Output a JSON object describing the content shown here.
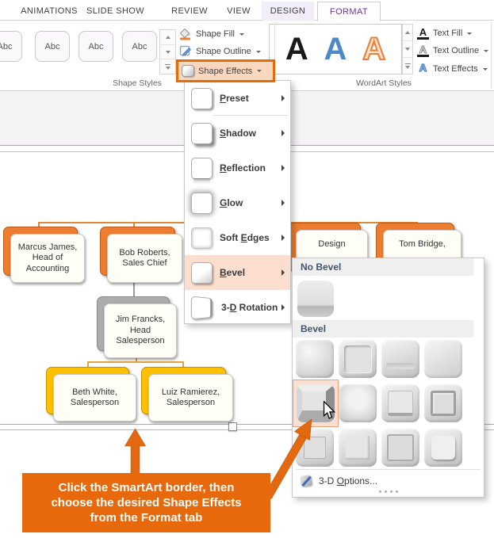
{
  "tabs": {
    "items": [
      "ANIMATIONS",
      "SLIDE SHOW",
      "REVIEW",
      "VIEW",
      "DESIGN",
      "FORMAT"
    ],
    "active": "FORMAT"
  },
  "ribbon": {
    "shape_styles_group": {
      "label": "Shape Styles",
      "gallery": [
        "Abc",
        "Abc",
        "Abc",
        "Abc"
      ],
      "shape_fill": "Shape Fill",
      "shape_outline": "Shape Outline",
      "shape_effects": "Shape Effects"
    },
    "wordart_group": {
      "label": "WordArt Styles",
      "gallery": [
        "A",
        "A",
        "A"
      ],
      "text_fill": "Text Fill",
      "text_outline": "Text Outline",
      "text_effects": "Text Effects"
    }
  },
  "effects_menu": {
    "highlighted": "Bevel",
    "items": [
      {
        "pre": "",
        "key": "P",
        "post": "reset"
      },
      {
        "pre": "",
        "key": "S",
        "post": "hadow"
      },
      {
        "pre": "",
        "key": "R",
        "post": "eflection"
      },
      {
        "pre": "",
        "key": "G",
        "post": "low"
      },
      {
        "pre": "Soft ",
        "key": "E",
        "post": "dges"
      },
      {
        "pre": "",
        "key": "B",
        "post": "evel"
      },
      {
        "pre": "3-",
        "key": "D",
        "post": " Rotation"
      }
    ]
  },
  "bevel_submenu": {
    "no_bevel_header": "No Bevel",
    "bevel_header": "Bevel",
    "grid": {
      "rows": 3,
      "cols": 4,
      "selected_row": 2,
      "selected_col": 1
    },
    "options": {
      "pre": "3-D ",
      "key": "O",
      "post": "ptions..."
    }
  },
  "org_chart": {
    "nodes": [
      {
        "id": "marcus",
        "color": "orange",
        "lines": [
          "Marcus James,",
          "Head of",
          "Accounting"
        ]
      },
      {
        "id": "bob",
        "color": "orange",
        "lines": [
          "Bob Roberts,",
          "Sales Chief"
        ]
      },
      {
        "id": "design",
        "color": "orange",
        "lines": [
          "Design"
        ]
      },
      {
        "id": "tom",
        "color": "orange",
        "lines": [
          "Tom Bridge,"
        ]
      },
      {
        "id": "jim",
        "color": "gray",
        "lines": [
          "Jim Francks,",
          "Head",
          "Salesperson"
        ]
      },
      {
        "id": "beth",
        "color": "yellow",
        "lines": [
          "Beth White,",
          "Salesperson"
        ]
      },
      {
        "id": "luiz",
        "color": "yellow",
        "lines": [
          "Luiz Ramierez,",
          "Salesperson"
        ]
      }
    ]
  },
  "callout": {
    "lines": [
      "Click the SmartArt border, then",
      "choose the desired Shape Effects",
      "from the Format tab"
    ]
  },
  "colors": {
    "accent_orange": "#E8690B",
    "highlight_peach": "#FBDECD",
    "selected_peach": "#FBE0D2",
    "node_orange": "#ED7D31",
    "node_yellow": "#FFC000",
    "node_gray": "#ACACAC",
    "format_tab_purple": "#7030A0",
    "wordart_blue": "#4E88C7"
  }
}
